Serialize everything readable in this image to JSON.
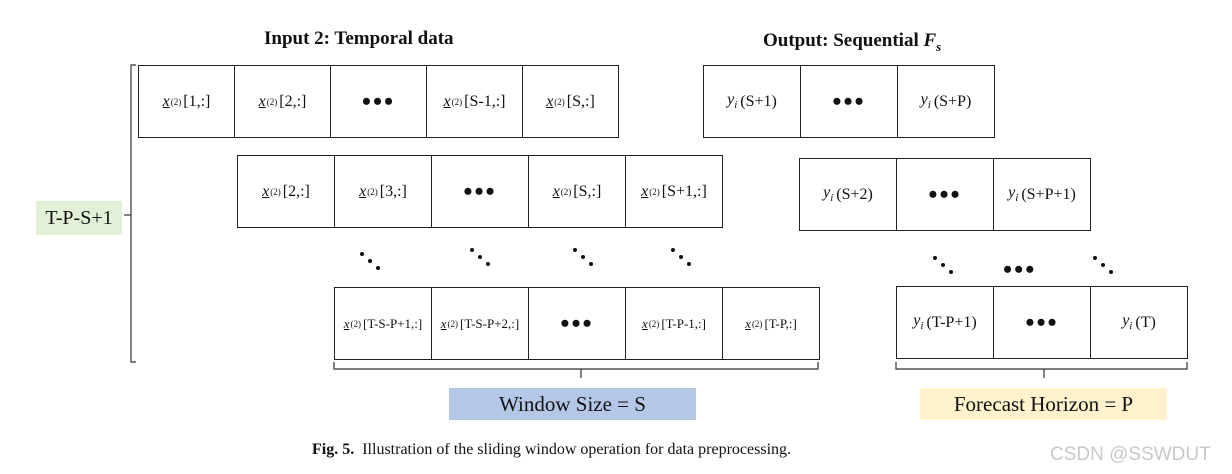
{
  "titles": {
    "input": "Input 2: Temporal data",
    "output_prefix": "Output: Sequential ",
    "output_var": "F",
    "output_sub": "s"
  },
  "superscript": "(2)",
  "ellipsis": "•••",
  "input_rows": [
    [
      "[1,:]",
      "[2,:]",
      "•••",
      "[S-1,:]",
      "[S,:]"
    ],
    [
      "[2,:]",
      "[3,:]",
      "•••",
      "[S,:]",
      "[S+1,:]"
    ],
    [
      "[T-S-P+1,:]",
      "[T-S-P+2,:]",
      "•••",
      "[T-P-1,:]",
      "[T-P,:]"
    ]
  ],
  "output_rows": [
    [
      "S+1",
      "•••",
      "S+P"
    ],
    [
      "S+2",
      "•••",
      "S+P+1"
    ],
    [
      "T-P+1",
      "•••",
      "T"
    ]
  ],
  "y_symbol": "y",
  "y_sub": "i",
  "brace_label": "T-P-S+1",
  "window_label": "Window Size = S",
  "horizon_label": "Forecast Horizon = P",
  "caption_fig": "Fig. 5.",
  "caption_text": "Illustration of the sliding window operation for data preprocessing.",
  "watermark": "CSDN @SSWDUT",
  "colors": {
    "brace_label_bg": "#e3f0d8",
    "window_bg": "#b4c7e7",
    "horizon_bg": "#fff2cc"
  }
}
